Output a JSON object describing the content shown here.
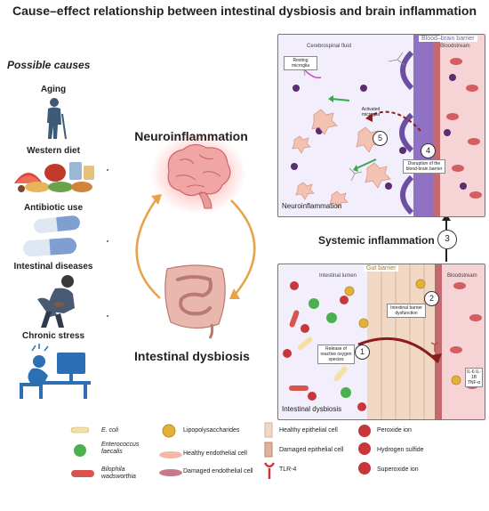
{
  "title": "Cause–effect relationship between intestinal dysbiosis and brain inflammation",
  "causes": {
    "heading": "Possible causes",
    "items": [
      "Aging",
      "Western diet",
      "Antibiotic use",
      "Intestinal diseases",
      "Chronic stress"
    ]
  },
  "center": {
    "neuro_label": "Neuroinflammation",
    "gut_label": "Intestinal dysbiosis",
    "systemic_label": "Systemic inflammation",
    "systemic_number": "3"
  },
  "brain_panel": {
    "header": "Blood–brain barrier",
    "csf_label": "Cerebrospinal fluid",
    "bloodstream_label": "Bloodstream",
    "resting_microglia": "Resting microglia",
    "activated_microglia": "Activated microglia",
    "disruption_note": "Disruption of the blood-brain barrier",
    "step5": "5",
    "step4": "4",
    "footer": "Neuroinflammation"
  },
  "gut_panel": {
    "header": "Gut barrier",
    "lumen_label": "Intestinal lumen",
    "bloodstream_label": "Bloodstream",
    "barrier_note": "Intestinal barrier dysfunction",
    "ros_note": "Release of reactive oxygen species",
    "cytokines": "IL-6 IL-1B TNF-α",
    "step2": "2",
    "step1": "1",
    "footer": "Intestinal dysbiosis"
  },
  "legend": {
    "col1": [
      {
        "label": "E. coli",
        "italic": true
      },
      {
        "label": "Enterococcus faecalis",
        "italic": true
      },
      {
        "label": "Bilophila wadsworthia",
        "italic": true
      }
    ],
    "col2": [
      {
        "label": "Lipopolysaccharides"
      },
      {
        "label": "Healthy endothelial cell"
      },
      {
        "label": "Damaged endothelial cell"
      }
    ],
    "col3": [
      {
        "label": "Healthy epithelial cell"
      },
      {
        "label": "Damaged epithelial cell"
      },
      {
        "label": "TLR-4"
      }
    ],
    "col4": [
      {
        "label": "Peroxide ion"
      },
      {
        "label": "Hydrogen sulfide"
      },
      {
        "label": "Superoxide ion"
      }
    ]
  },
  "colors": {
    "orange_arrow": "#e8a24a",
    "panel_bg": "#f2eefb",
    "barrier_purple": "#6a4fa3",
    "blood_red": "#c9363a",
    "gut_orange": "#e3a45a"
  }
}
